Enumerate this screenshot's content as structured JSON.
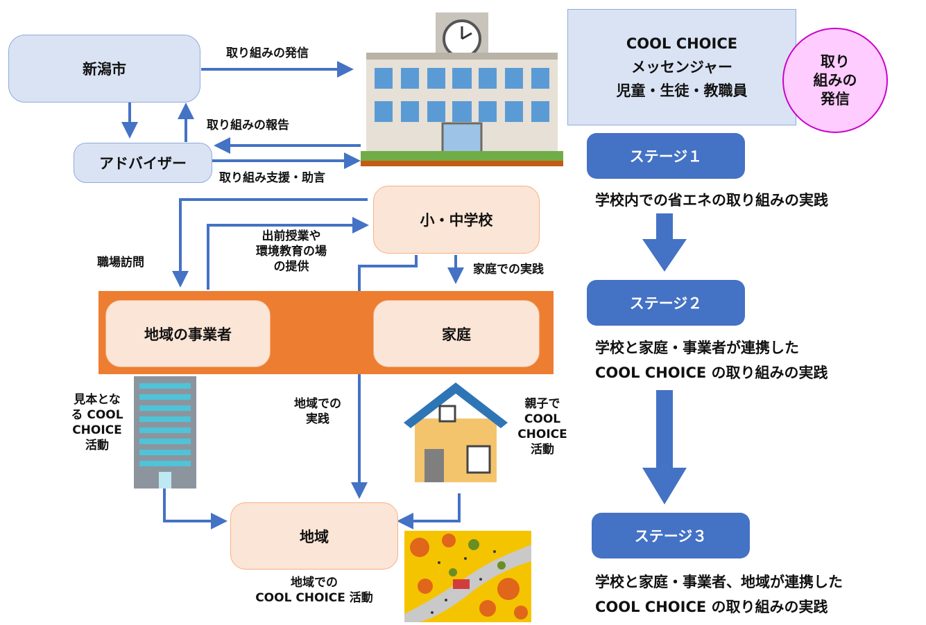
{
  "nodes": {
    "niigata": "新潟市",
    "advisor": "アドバイザー",
    "school": "小・中学校",
    "business": "地域の事業者",
    "home": "家庭",
    "region": "地域"
  },
  "edges": {
    "send": "取り組みの発信",
    "report": "取り組みの報告",
    "support": "取り組み支援・助言",
    "visit": "職場訪問",
    "lecture": [
      "出前授業や",
      "環境教育の場",
      "の提供"
    ],
    "home_practice": "家庭での実践",
    "region_practice": [
      "地域での",
      "実践"
    ],
    "model_activity": [
      "見本とな",
      "る COOL",
      "CHOICE",
      "活動"
    ],
    "family_activity": [
      "親子で",
      "COOL",
      "CHOICE",
      "活動"
    ],
    "region_activity": [
      "地域での",
      "COOL CHOICE 活動"
    ]
  },
  "messenger": {
    "lines": [
      "COOL CHOICE",
      "メッセンジャー",
      "児童・生徒・教職員"
    ],
    "badge": [
      "取り",
      "組みの",
      "発信"
    ]
  },
  "stages": [
    {
      "label": "ステージ１",
      "desc": [
        "学校内での省エネの取り組みの実践"
      ]
    },
    {
      "label": "ステージ２",
      "desc": [
        "学校と家庭・事業者が連携した",
        "COOL CHOICE の取り組みの実践"
      ]
    },
    {
      "label": "ステージ３",
      "desc": [
        "学校と家庭・事業者、地域が連携した",
        "COOL CHOICE の取り組みの実践"
      ]
    }
  ],
  "colors": {
    "arrow": "#4472c4",
    "band": "#ed7d31",
    "peach": "#fbe5d6",
    "light_blue": "#dae3f3",
    "badge": "#ffccff",
    "badge_border": "#cc00cc"
  },
  "icons": [
    "school-building-icon",
    "office-building-icon",
    "house-icon",
    "autumn-park-illustration"
  ]
}
